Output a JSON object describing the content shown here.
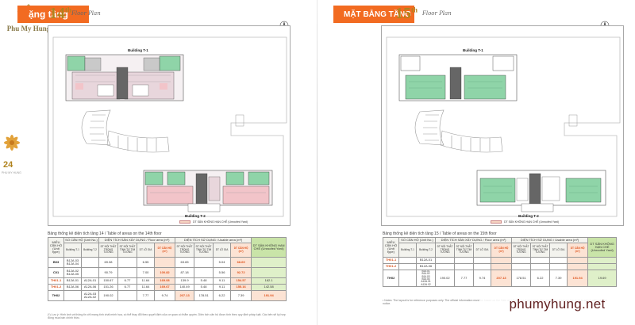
{
  "brand": {
    "logo_text": "Phu My Hung",
    "page_number": "24",
    "page_sub": "PHU MY HUNG"
  },
  "left": {
    "banner": "ặng tầng",
    "floor_number": "14",
    "floor_sup": "th",
    "floor_script": "Floor Plan",
    "building_top": "Building T-1",
    "building_bottom": "Building T-2",
    "legend": "DT SÂN KHÔNG HẠN CHẾ (Unroofed Yard)",
    "table_caption": "Bảng thống kê diện tích tầng 14 / Table of areas on the 14th floor",
    "table": {
      "h_code": "MIỄU CĂN HỘ (Unit type)",
      "h_unit_no": "SỐ CĂN HỘ (Unit No.)",
      "h_design": "DIỆN TÍCH SÀN XÂY DỰNG / Floor area (m²)",
      "h_usage": "DIỆN TÍCH SỬ DỤNG / Usable area (m²)",
      "h_yard": "DT SÂN KHÔNG HẠN CHẾ (Unroofed Yard)",
      "h_t1": "Building T-1",
      "h_t2": "Building T-2",
      "sub": [
        "DT NỘI THẤT TRONG TƯỜNG",
        "DT NỘI THẤT TÍNH TỪ TIM TƯỜNG",
        "DT LÔ GIA",
        "DT CĂN HỘ (m²)",
        "DT NỘI THẤT TRONG TƯỜNG",
        "DT NỘI THẤT TÍNH TỪ TIM TƯỜNG",
        "DT LÔ GIA",
        "DT CĂN HỘ (m²)"
      ],
      "rows": [
        {
          "code": "B03",
          "t1": "B12A.03\nB12A.04",
          "t2": "",
          "v": [
            "69.38",
            "",
            "6.55",
            "",
            "63.65",
            "",
            "5.04",
            "68.69"
          ],
          "yard": ""
        },
        {
          "code": "C01",
          "t1": "B12A.02\nB12A.05",
          "t2": "",
          "v": [
            "90.79",
            "",
            "7.00",
            "100.82",
            "87.18",
            "",
            "5.56",
            "92.72"
          ],
          "yard": ""
        },
        {
          "code": "TH01-1",
          "t1": "B12A.01",
          "t2": "A12A.01",
          "v": [
            "150.67",
            "6.77",
            "11.64",
            "169.08",
            "139.9",
            "5.48",
            "9.11",
            "154.57",
            "162.1"
          ],
          "yard": "",
          "hl": true
        },
        {
          "code": "TH01-2",
          "t1": "B12A.06",
          "t2": "A12A.06",
          "v": [
            "151.26",
            "6.77",
            "11.64",
            "169.67",
            "140.49",
            "5.48",
            "9.11",
            "155.16",
            "142.58"
          ],
          "yard": "",
          "hl": true
        },
        {
          "code": "TH02",
          "t1": "",
          "t2": "A12A.03\nA12A.02",
          "v": [
            "190.02",
            "",
            "7.77",
            "9.74",
            "207.13",
            "178.51",
            "6.22",
            "7.39",
            "191.94"
          ],
          "yard": ""
        }
      ]
    },
    "note": "(*) Lưu ý: Hình ảnh và thông tin chỉ mang tính chất minh họa, có thể thay đổi theo quyết định của cơ quan có thẩm quyền. Diện tích căn hộ được tính theo quy định pháp luật. Các bên sẽ ký hợp đồng mua bán chính thức."
  },
  "right": {
    "banner": "MẶT BẰNG TẦNG",
    "floor_number": "15",
    "floor_sup": "th",
    "floor_script": "Floor Plan",
    "building_top": "Building T-1",
    "building_bottom": "Building T-2",
    "legend": "DT SÂN KHÔNG HẠN CHẾ (Unroofed Yard)",
    "table_caption": "Bảng thống kê diện tích tầng 15 / Table of areas on the 15th floor",
    "table": {
      "h_code": "MIỄU CĂN HỘ (Unit type)",
      "h_unit_no": "SỐ CĂN HỘ (Unit No.)",
      "h_design": "DIỆN TÍCH SÀN XÂY DỰNG / Floor area (m²)",
      "h_usage": "DIỆN TÍCH SỬ DỤNG / Usable area (m²)",
      "h_yard": "DT SÂN KHÔNG HẠN CHẾ (Unroofed Yard)",
      "h_t1": "Building T-1",
      "h_t2": "Building T-2",
      "sub": [
        "DT NỘI THẤT TRONG TƯỜNG",
        "DT NỘI THẤT TÍNH TỪ TIM TƯỜNG",
        "DT LÔ GIA",
        "DT CĂN HỘ (m²)",
        "DT NỘI THẤT TRONG TƯỜNG",
        "DT NỘI THẤT TÍNH TỪ TIM TƯỜNG",
        "DT LÔ GIA",
        "DT CĂN HỘ (m²)"
      ],
      "rows": [
        {
          "code": "TH01-1",
          "t1": "",
          "t2": "B12A.01"
        },
        {
          "code": "TH01-2",
          "t1": "",
          "t2": "B12A.06"
        },
        {
          "code": "TH02",
          "t1": "",
          "t2": "B14.01\nB14.02\nB14.03\nB14.04\nA12A.01\nA12A.02",
          "v": [
            "190.02",
            "7.77",
            "9.74",
            "207.13",
            "178.51",
            "6.22",
            "7.39",
            "191.94",
            "19.69"
          ]
        }
      ]
    },
    "note": "• Notes: The layout is for reference purposes only. The official information must be based on the Sale and Purchase Agreement. The developer reserves the right to adjust without prior notice."
  },
  "watermark": "phumyhung.net",
  "colors": {
    "accent": "#f26b21",
    "gold": "#b0831e",
    "unit_green": "#8fd4a8",
    "unit_pink": "#f2c4c9",
    "yard_orange": "#f7d7c4"
  }
}
